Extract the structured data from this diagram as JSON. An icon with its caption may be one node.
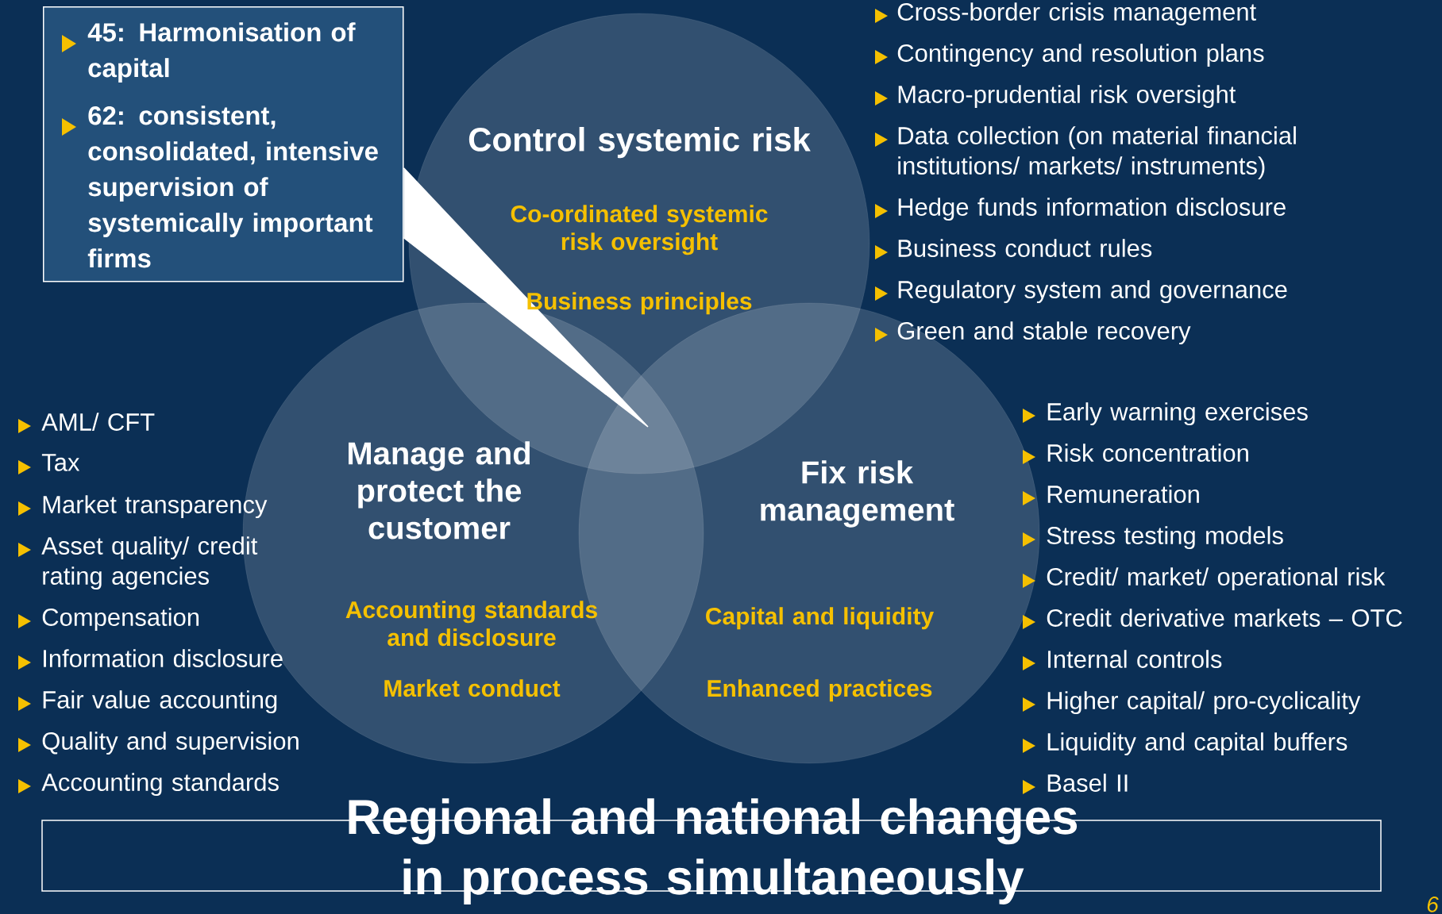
{
  "diagram": {
    "title": "Regional and national changes in process simultaneously",
    "nodes": [
      {
        "text": [
          "45: Harmonisation of capital",
          "62: consistent, consolidated, intensive supervision of systemically important firms"
        ]
      },
      {
        "text": [
          "Control systemic risk",
          "Co-ordinated systemic risk oversight",
          "Business principles"
        ]
      },
      {
        "text": [
          "Manage and protect the customer",
          "Accounting standards and disclosure",
          "Market conduct"
        ]
      },
      {
        "text": [
          "Fix risk management",
          "Capital and liquidity",
          "Enhanced practices"
        ]
      }
    ],
    "labels": [
      "Cross-border crisis management",
      "Contingency and resolution plans",
      "Macro-prudential risk oversight",
      "Data collection (on material financial institutions/ markets/ instruments)",
      "Hedge funds information disclosure",
      "Business conduct rules",
      "Regulatory system and governance",
      "Green and stable recovery",
      "AML/ CFT",
      "Tax",
      "Market transparency",
      "Asset quality/ credit rating agencies",
      "Compensation",
      "Information disclosure",
      "Fair value accounting",
      "Quality and supervision",
      "Accounting standards",
      "Early warning exercises",
      "Risk concentration",
      "Remuneration",
      "Stress testing models",
      "Credit/ market/ operational risk",
      "Credit derivative markets – OTC",
      "Internal controls",
      "Higher capital/ pro-cyclicality",
      "Liquidity and capital buffers",
      "Basel II",
      "6"
    ]
  }
}
